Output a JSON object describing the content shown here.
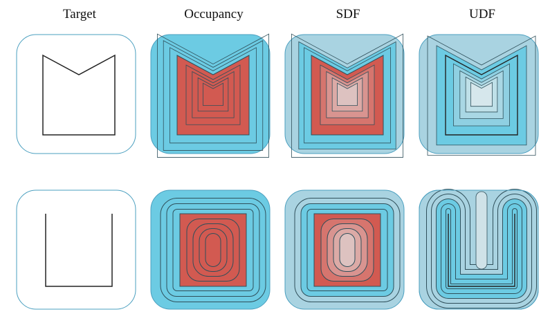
{
  "columns": [
    "Target",
    "Occupancy",
    "SDF",
    "UDF"
  ],
  "colors": {
    "frame_stroke": "#4a9fbf",
    "occupancy_outside": "#6ccbe3",
    "occupancy_inside": "#d25a51",
    "sdf_outside": "#a9d3e1",
    "sdf_band": "#6ccbe3",
    "sdf_inside": "#d25a51",
    "sdf_core": "#ddb8b6",
    "udf_outer": "#a9d3e1",
    "udf_band": "#6ccbe3",
    "udf_core": "#cfe2e8",
    "contour": "#2f4f5a",
    "shape": "#222222"
  },
  "rows": [
    {
      "shape": "notched-square"
    },
    {
      "shape": "u-shape"
    }
  ]
}
